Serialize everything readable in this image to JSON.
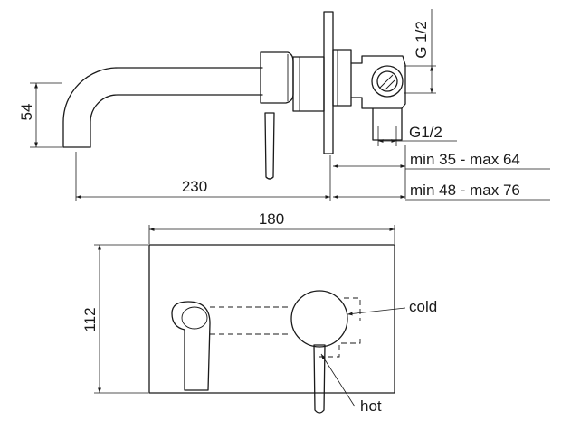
{
  "side_view": {
    "dim_height": "54",
    "dim_spout_length": "230",
    "dim_outlet_thread": "G1/2",
    "dim_inlet_thread": "G 1/2",
    "dim_depth_short": "min 35 - max 64",
    "dim_depth_long": "min 48 - max 76"
  },
  "front_view": {
    "dim_plate_width": "180",
    "dim_plate_height": "112",
    "label_cold": "cold",
    "label_hot": "hot"
  }
}
